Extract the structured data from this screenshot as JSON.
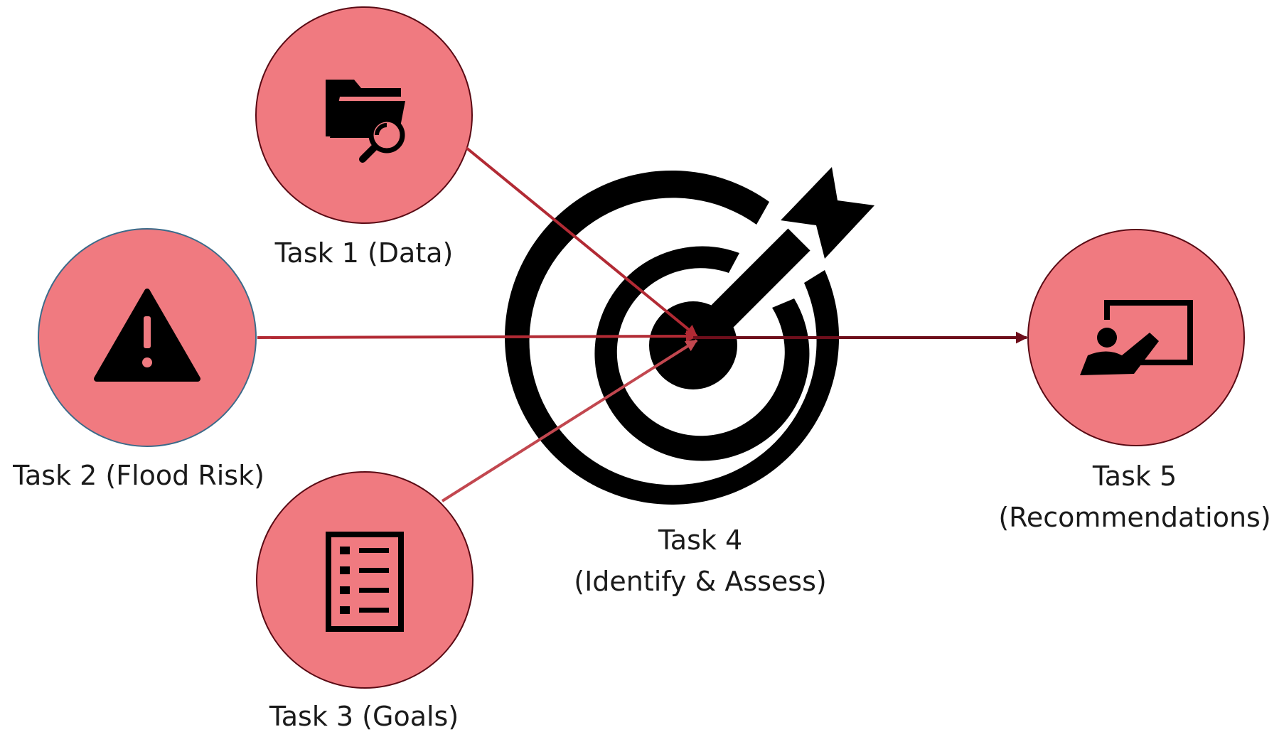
{
  "nodes": {
    "task1": {
      "label": "Task 1 (Data)",
      "icon": "folder-search-icon"
    },
    "task2": {
      "label": "Task 2 (Flood Risk)",
      "icon": "warning-icon"
    },
    "task3": {
      "label": "Task 3 (Goals)",
      "icon": "checklist-icon"
    },
    "task4": {
      "label_line1": "Task 4",
      "label_line2": "(Identify & Assess)",
      "icon": "target-icon"
    },
    "task5": {
      "label_line1": "Task 5",
      "label_line2": "(Recommendations)",
      "icon": "presentation-icon"
    }
  },
  "colors": {
    "node_fill": "#f07a80",
    "node_stroke": "#5a0a14",
    "node2_stroke": "#3b6b8a",
    "arrow_in": "#b22a34",
    "arrow_mid": "#c2474f",
    "arrow_out": "#6e0e1b",
    "icon": "#000000"
  }
}
